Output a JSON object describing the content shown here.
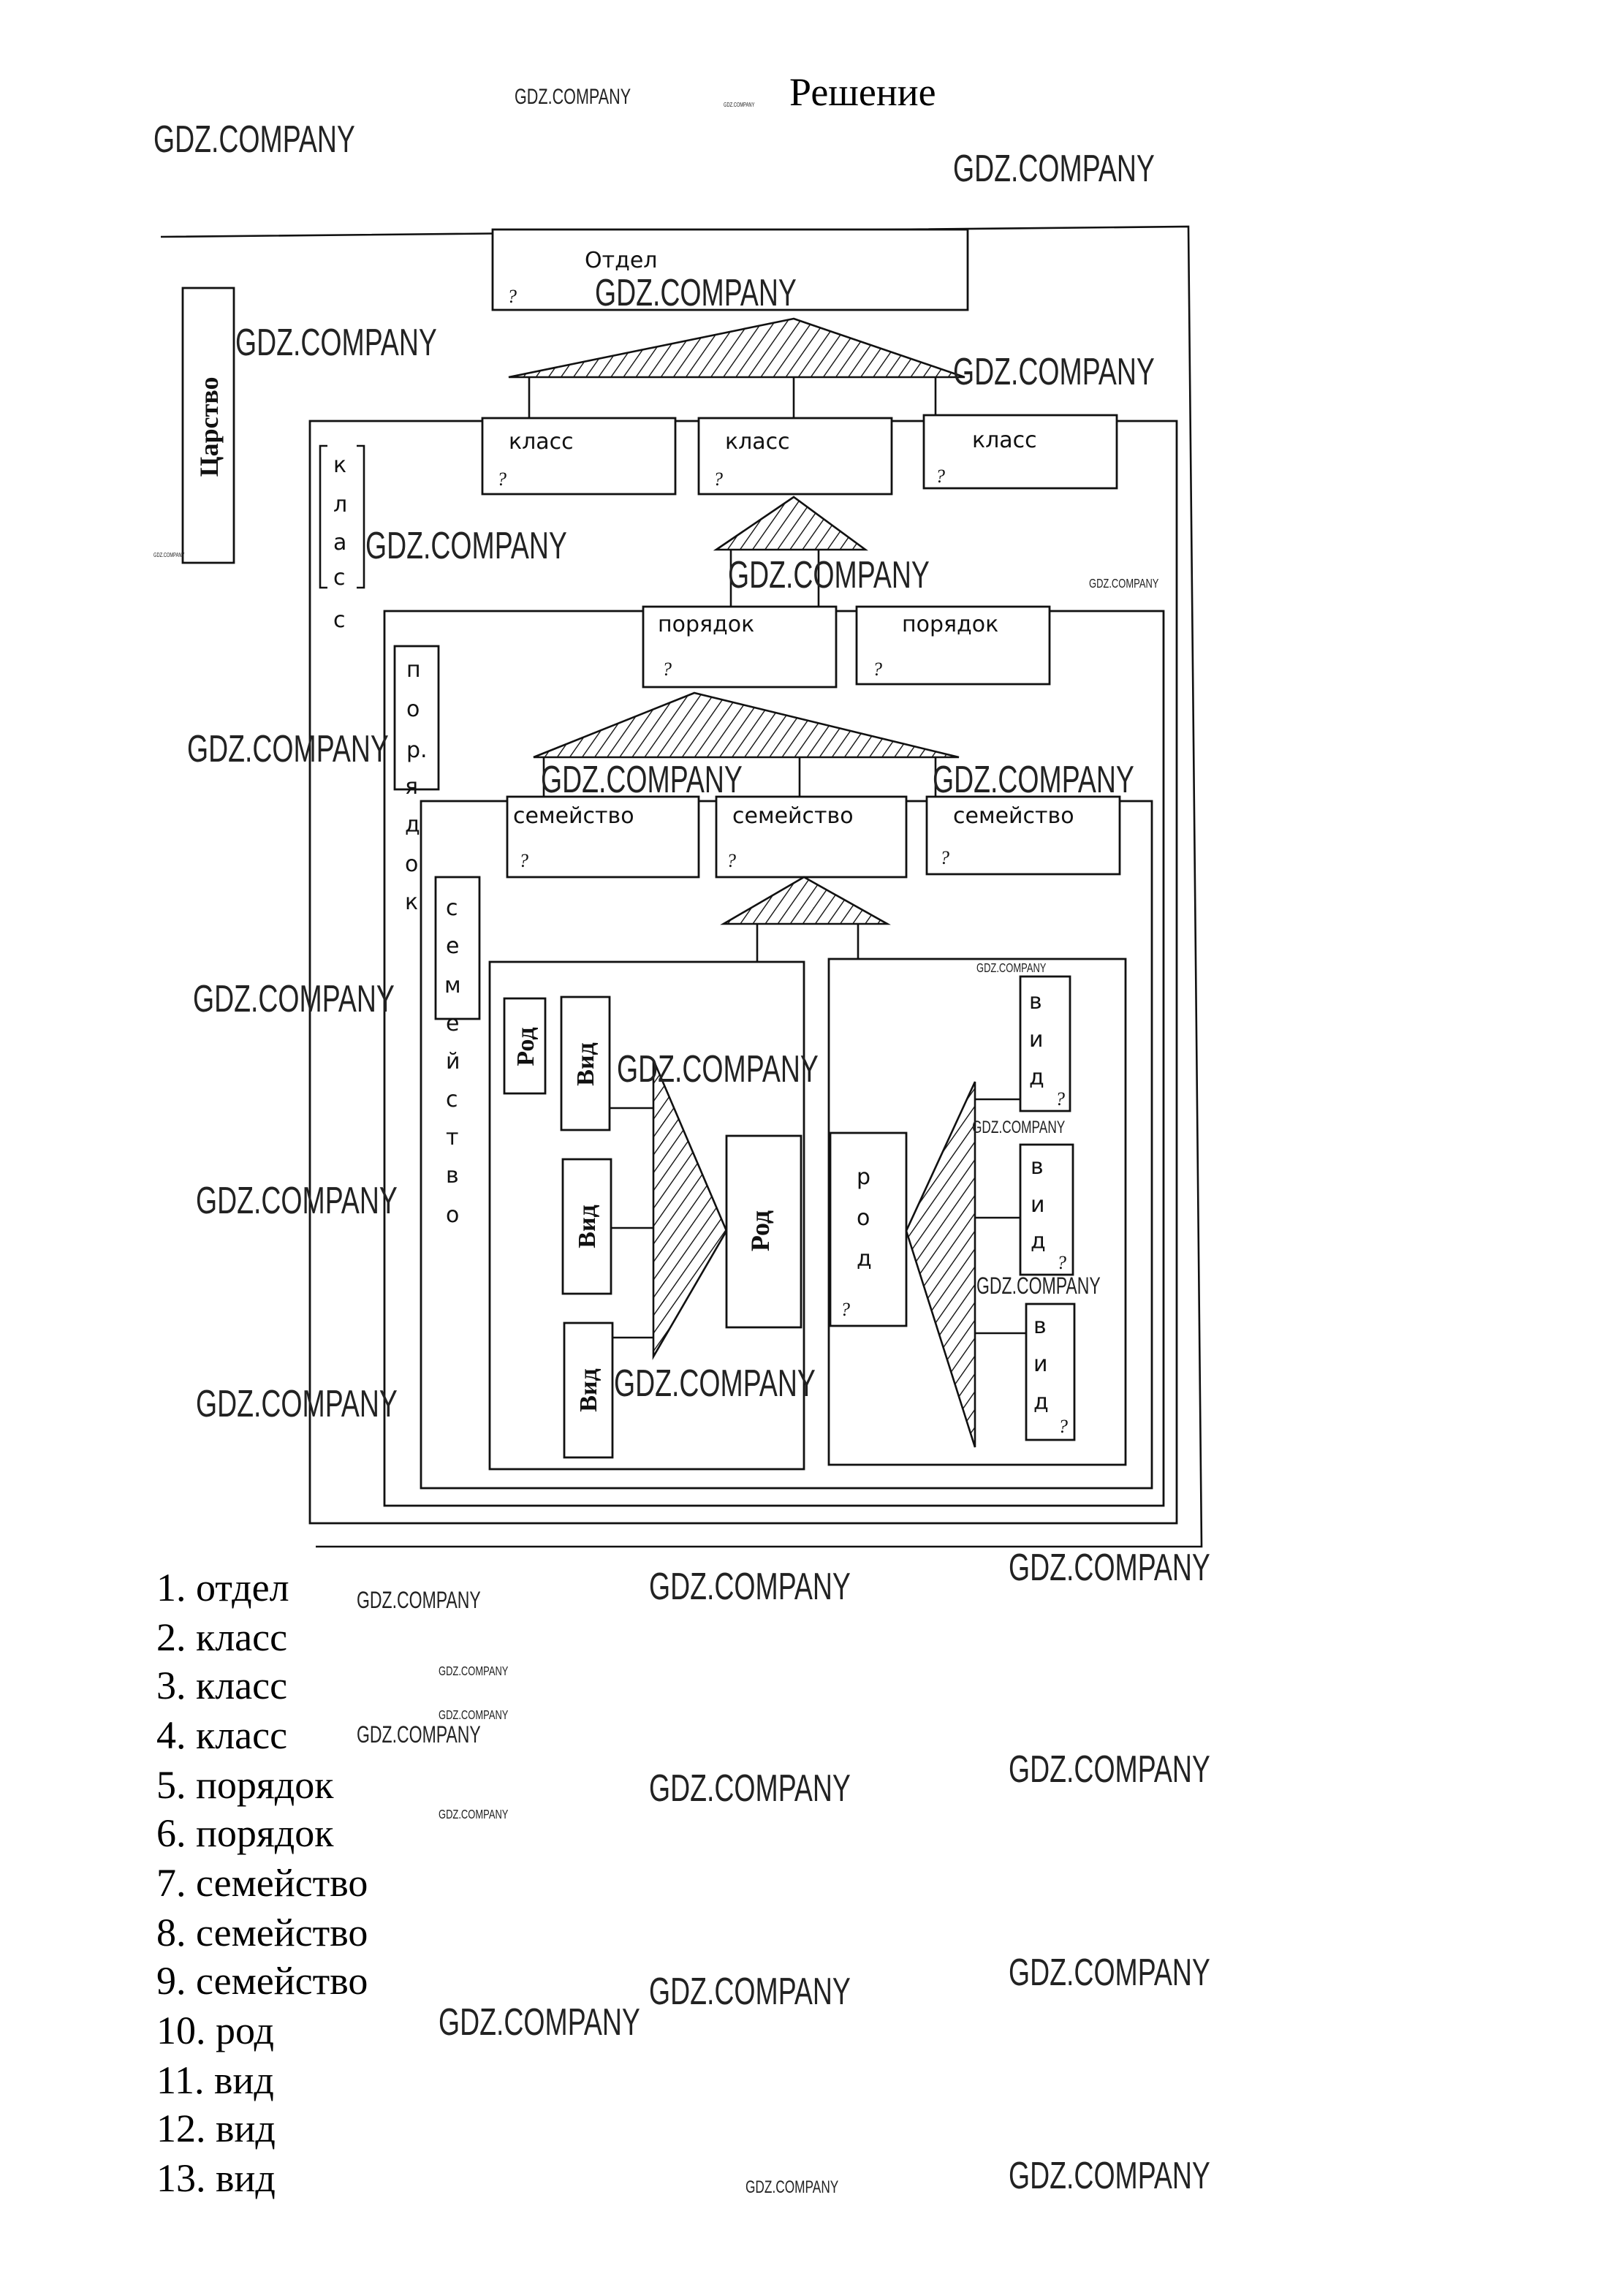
{
  "title": "Решение",
  "watermark": "GDZ.COMPANY",
  "diagram": {
    "kingdom": "Царство",
    "division": "Отдел",
    "class_label": "класс",
    "order_label": "порядок",
    "family_label": "семейство",
    "genus_serif": "Род",
    "genus_sans": "род",
    "species_serif": "Вид",
    "species_sans": "вид",
    "question": "?",
    "class_vertical": [
      "к",
      "л",
      "а",
      "с",
      "с"
    ],
    "order_vertical": [
      "п",
      "о",
      "р.",
      "я",
      "д",
      "о",
      "к"
    ],
    "family_vertical": [
      "с",
      "е",
      "м",
      "е",
      "й",
      "с",
      "т",
      "в",
      "о"
    ],
    "genus_vertical": [
      "р",
      "о",
      "д"
    ],
    "species_vertical": [
      "в",
      "и",
      "д"
    ]
  },
  "answers": [
    "1. отдел",
    "2. класс",
    "3. класс",
    "4. класс",
    "5. порядок",
    "6. порядок",
    "7. семейство",
    "8. семейство",
    "9. семейство",
    "10. род",
    "11. вид",
    "12. вид",
    "13. вид"
  ]
}
